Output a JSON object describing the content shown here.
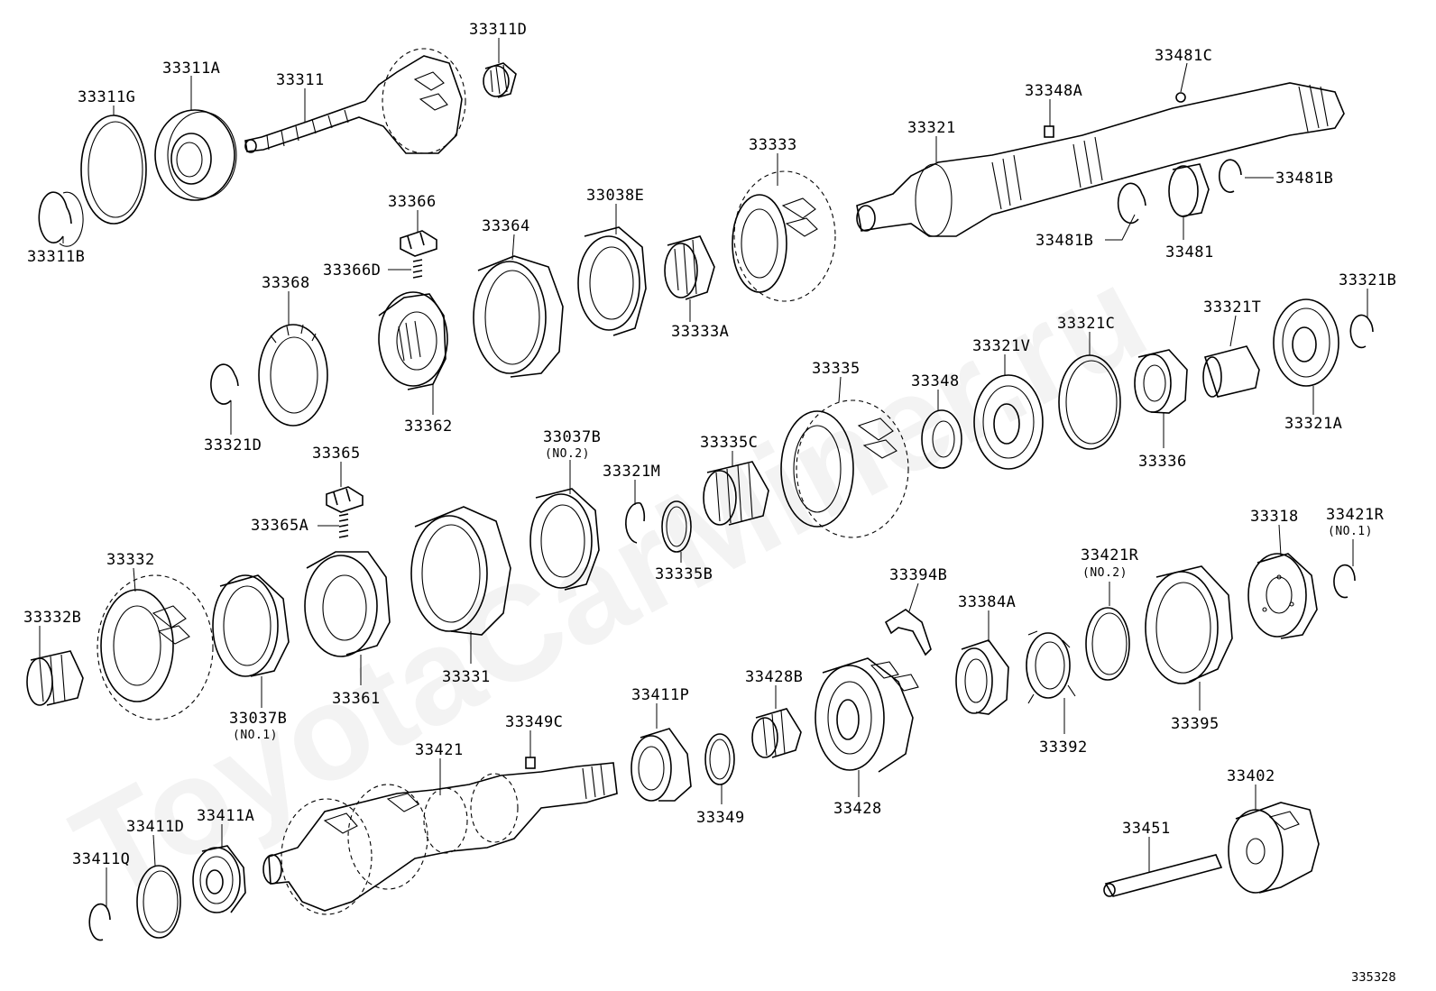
{
  "watermark": "ToyotaCarMiner.ru",
  "catalog_number": "335328",
  "labels": {
    "p33311D": "33311D",
    "p33311G": "33311G",
    "p33311A": "33311A",
    "p33311": "33311",
    "p33311B": "33311B",
    "p33481C": "33481C",
    "p33348A": "33348A",
    "p33321": "33321",
    "p33481B_right": "33481B",
    "p33481B_left": "33481B",
    "p33481": "33481",
    "p33333": "33333",
    "p33038E": "33038E",
    "p33364": "33364",
    "p33366": "33366",
    "p33366D": "33366D",
    "p33368": "33368",
    "p33333A": "33333A",
    "p33362": "33362",
    "p33321D": "33321D",
    "p33321B": "33321B",
    "p33321T": "33321T",
    "p33321C": "33321C",
    "p33321V": "33321V",
    "p33348": "33348",
    "p33335": "33335",
    "p33336": "33336",
    "p33321A": "33321A",
    "p33365": "33365",
    "p33037B_top": "33037B",
    "p33037B_top_sub": "(NO.2)",
    "p33321M": "33321M",
    "p33335C": "33335C",
    "p33365A": "33365A",
    "p33335B": "33335B",
    "p33332": "33332",
    "p33332B": "33332B",
    "p33318": "33318",
    "p33421R_right": "33421R",
    "p33421R_right_sub": "(NO.1)",
    "p33421R_mid": "33421R",
    "p33421R_mid_sub": "(NO.2)",
    "p33394B": "33394B",
    "p33384A": "33384A",
    "p33395": "33395",
    "p33331": "33331",
    "p33361": "33361",
    "p33037B_bottom": "33037B",
    "p33037B_bottom_sub": "(NO.1)",
    "p33411P": "33411P",
    "p33428B": "33428B",
    "p33349C": "33349C",
    "p33392": "33392",
    "p33421": "33421",
    "p33349": "33349",
    "p33428": "33428",
    "p33402": "33402",
    "p33451": "33451",
    "p33411D": "33411D",
    "p33411A": "33411A",
    "p33411Q": "33411Q"
  }
}
